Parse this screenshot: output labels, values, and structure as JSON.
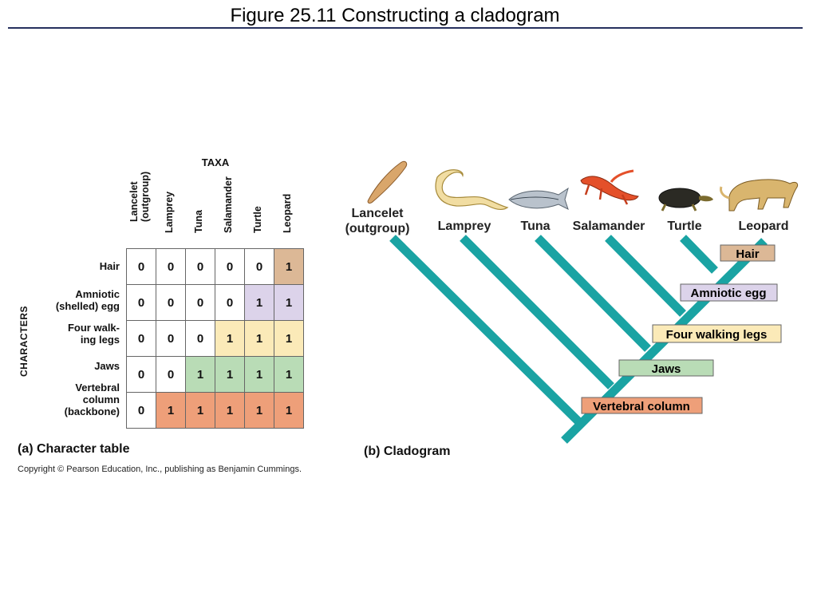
{
  "title": "Figure 25.11  Constructing a cladogram",
  "table": {
    "heading_taxa": "TAXA",
    "heading_characters": "CHARACTERS",
    "columns": [
      "Lancelet\n(outgroup)",
      "Lamprey",
      "Tuna",
      "Salamander",
      "Turtle",
      "Leopard"
    ],
    "rows": [
      {
        "label": "Hair",
        "values": [
          "0",
          "0",
          "0",
          "0",
          "0",
          "1"
        ]
      },
      {
        "label": "Amniotic\n(shelled) egg",
        "values": [
          "0",
          "0",
          "0",
          "0",
          "1",
          "1"
        ]
      },
      {
        "label": "Four walk-\ning legs",
        "values": [
          "0",
          "0",
          "0",
          "1",
          "1",
          "1"
        ]
      },
      {
        "label": "Jaws",
        "values": [
          "0",
          "0",
          "1",
          "1",
          "1",
          "1"
        ]
      },
      {
        "label": "Vertebral\ncolumn\n(backbone)",
        "values": [
          "0",
          "1",
          "1",
          "1",
          "1",
          "1"
        ]
      }
    ],
    "row_colors": [
      "#dcb896",
      "#dcd3ea",
      "#fbeab8",
      "#b9dcb6",
      "#ee9f79"
    ],
    "caption": "(a) Character table"
  },
  "cladogram": {
    "taxa": [
      {
        "label": "Lancelet\n(outgroup)",
        "icon": "lancelet-icon"
      },
      {
        "label": "Lamprey",
        "icon": "lamprey-icon"
      },
      {
        "label": "Tuna",
        "icon": "tuna-icon"
      },
      {
        "label": "Salamander",
        "icon": "salamander-icon"
      },
      {
        "label": "Turtle",
        "icon": "turtle-icon"
      },
      {
        "label": "Leopard",
        "icon": "leopard-icon"
      }
    ],
    "characters": [
      {
        "label": "Vertebral column",
        "color": "#ee9f79"
      },
      {
        "label": "Jaws",
        "color": "#b9dcb6"
      },
      {
        "label": "Four walking legs",
        "color": "#fbeab8"
      },
      {
        "label": "Amniotic egg",
        "color": "#dcd3ea"
      },
      {
        "label": "Hair",
        "color": "#dcb896"
      }
    ],
    "branch_color": "#1aa3a3",
    "caption": "(b) Cladogram"
  },
  "copyright": "Copyright © Pearson Education, Inc., publishing as Benjamin Cummings."
}
